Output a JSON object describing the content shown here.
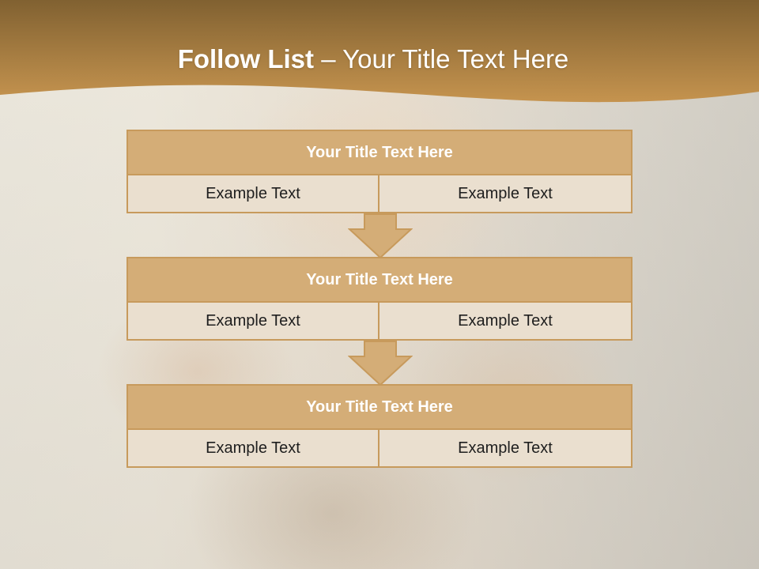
{
  "slide": {
    "title_bold": "Follow List",
    "title_rest": " – Your Title Text Here"
  },
  "steps": [
    {
      "title": "Your Title Text Here",
      "left": "Example Text",
      "right": "Example Text"
    },
    {
      "title": "Your Title Text Here",
      "left": "Example Text",
      "right": "Example Text"
    },
    {
      "title": "Your Title Text Here",
      "left": "Example Text",
      "right": "Example Text"
    }
  ],
  "colors": {
    "banner_dark": "#7b5a28",
    "banner_light": "#c49048",
    "header_fill": "#d4ad77",
    "border": "#c79a5c",
    "cell_fill": "#eadfcf"
  }
}
